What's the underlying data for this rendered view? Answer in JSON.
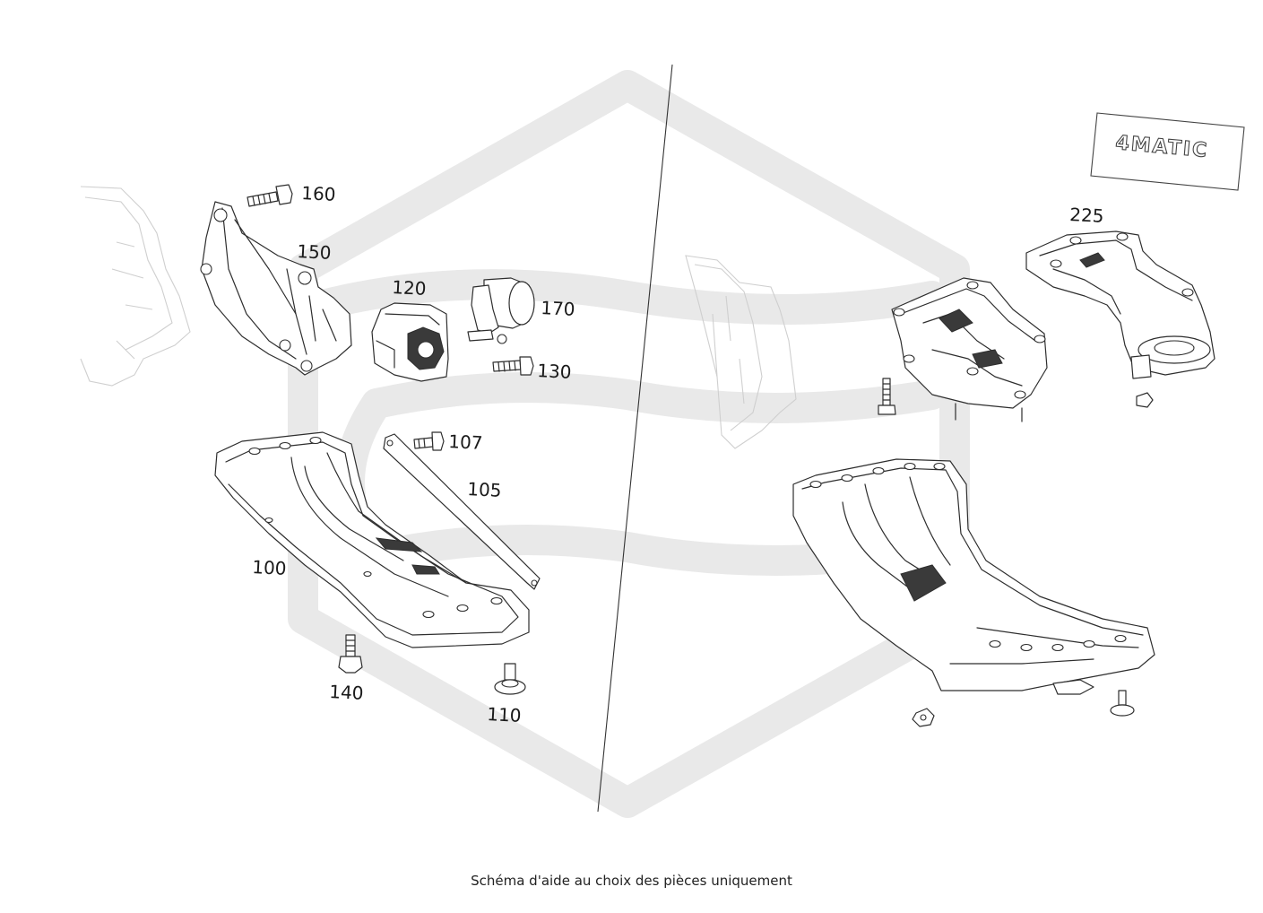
{
  "caption": "Schéma d'aide au choix des pièces uniquement",
  "badge": {
    "text": "4MATIC"
  },
  "callouts": {
    "p160": "160",
    "p150": "150",
    "p120": "120",
    "p170": "170",
    "p130": "130",
    "p107": "107",
    "p105": "105",
    "p100": "100",
    "p140": "140",
    "p110": "110",
    "p225": "225"
  }
}
